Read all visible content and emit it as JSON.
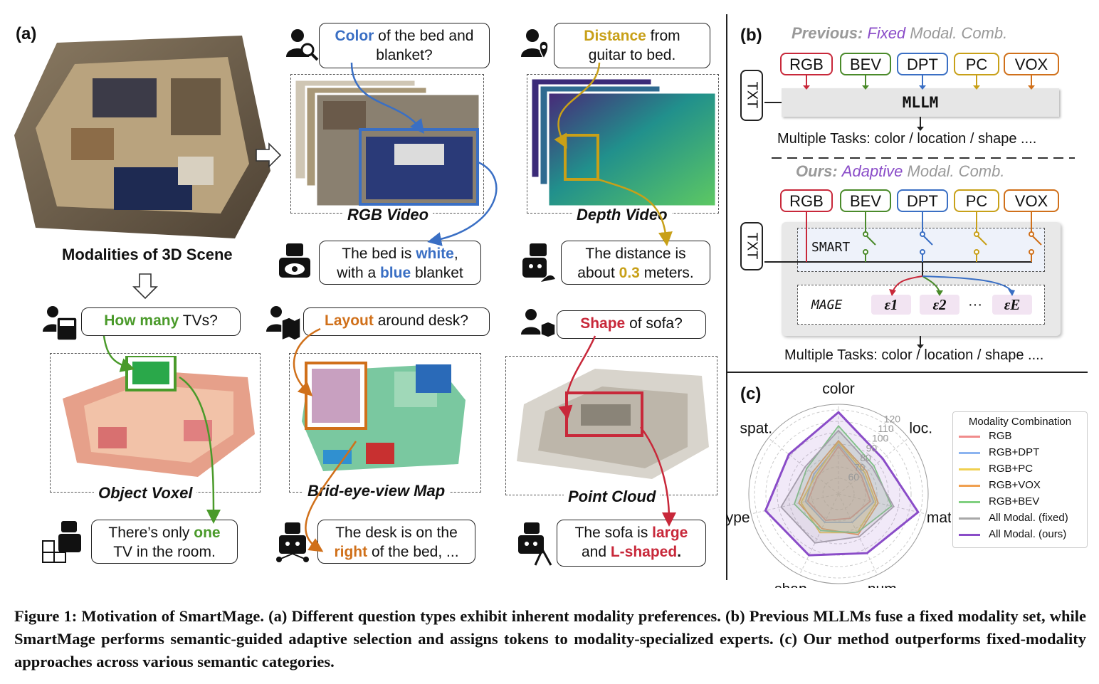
{
  "panel_a": {
    "tag": "(a)",
    "scene_label": "Modalities of 3D Scene",
    "rgb": {
      "question_prefix": "Color",
      "question_rest": " of the bed and",
      "question_line2": "blanket?",
      "label": "RGB Video",
      "answer_a": "The bed is ",
      "answer_b": "white",
      "answer_c": ",",
      "answer_d": "with a ",
      "answer_e": "blue",
      "answer_f": " blanket"
    },
    "depth": {
      "question_prefix": "Distance",
      "question_rest": " from",
      "question_line2": "guitar to bed.",
      "label": "Depth Video",
      "answer_line1": "The distance is",
      "answer_a": "about ",
      "answer_b": "0.3",
      "answer_c": " meters."
    },
    "voxel": {
      "question_prefix": "How many",
      "question_rest": " TVs?",
      "label": "Object Voxel",
      "answer_a": "There’s only ",
      "answer_b": "one",
      "answer_line2": "TV in the room."
    },
    "bev": {
      "question_prefix": "Layout",
      "question_rest": " around desk?",
      "label": "Brid-eye-view Map",
      "answer_line1": "The desk is on the",
      "answer_a": "right",
      "answer_b": " of the bed, ..."
    },
    "pc": {
      "question_prefix": "Shape",
      "question_rest": " of sofa?",
      "label": "Point Cloud",
      "answer_a": "The sofa is ",
      "answer_b": "large",
      "answer_c": "and ",
      "answer_d": "L-shaped",
      "answer_e": "."
    }
  },
  "panel_b": {
    "tag": "(b)",
    "prev_a": "Previous: ",
    "prev_b": "Fixed",
    "prev_c": " Modal. Comb.",
    "ours_a": "Ours: ",
    "ours_b": "Adaptive",
    "ours_c": " Modal. Comb.",
    "modalities": [
      "RGB",
      "BEV",
      "DPT",
      "PC",
      "VOX"
    ],
    "txt": "TXT",
    "mllm": "MLLM",
    "smart": "SMART",
    "mage": "MAGE",
    "experts": [
      "ε1",
      "ε2",
      "···",
      "εE"
    ],
    "tasks": "Multiple Tasks: color / location / shape ....",
    "colors": {
      "RGB": "#c8283a",
      "BEV": "#4a8a2a",
      "DPT": "#3a6fc4",
      "PC": "#c8a018",
      "VOX": "#d0701a"
    }
  },
  "panel_c": {
    "tag": "(c)",
    "legend_title": "Modality Combination",
    "chart_data": {
      "type": "radar",
      "axes": [
        "color",
        "loc.",
        "mat.",
        "num.",
        "shap.",
        "type",
        "spat."
      ],
      "radial_ticks": [
        60,
        70,
        80,
        90,
        100,
        110,
        120
      ],
      "radial_range": [
        60,
        120
      ],
      "series": [
        {
          "name": "RGB",
          "color": "#f08c8c",
          "values": [
            88,
            72,
            75,
            70,
            72,
            74,
            70
          ]
        },
        {
          "name": "RGB+DPT",
          "color": "#8cb4f0",
          "values": [
            90,
            74,
            78,
            74,
            74,
            76,
            74
          ]
        },
        {
          "name": "RGB+PC",
          "color": "#f0d050",
          "values": [
            92,
            76,
            80,
            84,
            84,
            80,
            72
          ]
        },
        {
          "name": "RGB+VOX",
          "color": "#f0a050",
          "values": [
            93,
            78,
            82,
            86,
            80,
            82,
            76
          ]
        },
        {
          "name": "RGB+BEV",
          "color": "#80d080",
          "values": [
            106,
            86,
            94,
            84,
            82,
            86,
            82
          ]
        },
        {
          "name": "All Modal. (fixed)",
          "color": "#a8a8a8",
          "values": [
            102,
            84,
            96,
            88,
            94,
            98,
            84
          ]
        },
        {
          "name": "All Modal. (ours)",
          "color": "#8a4cc8",
          "values": [
            118,
            96,
            118,
            104,
            106,
            112,
            102
          ]
        }
      ]
    }
  },
  "caption": {
    "text": "Figure 1: Motivation of SmartMage. (a) Different question types exhibit inherent modality preferences. (b) Previous MLLMs fuse a fixed modality set, while SmartMage performs semantic-guided adaptive selection and assigns tokens to modality-specialized experts. (c) Our method outperforms fixed-modality approaches across various semantic categories."
  }
}
